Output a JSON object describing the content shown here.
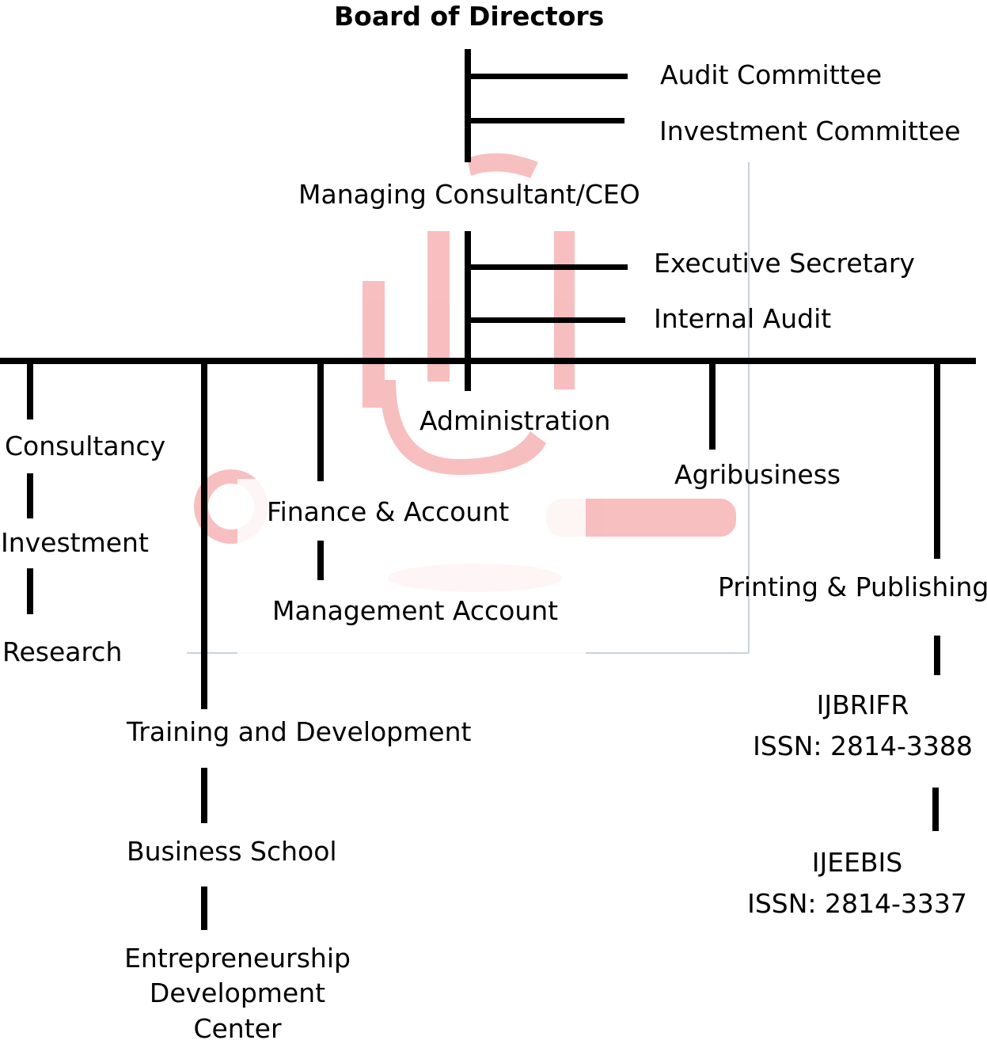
{
  "colors": {
    "line": "#000000",
    "text": "#000000",
    "watermark": "#f4a9a9",
    "faint_border": "#c9d3de"
  },
  "watermark": {
    "name": "institution-logo-watermark"
  },
  "chart": {
    "board": "Board of Directors",
    "audit_committee": "Audit Committee",
    "investment_committee": "Investment Committee",
    "ceo": "Managing Consultant/CEO",
    "executive_secretary": "Executive Secretary",
    "internal_audit": "Internal Audit",
    "consultancy": "Consultancy",
    "investment": "Investment",
    "research": "Research",
    "training": "Training and Development",
    "business_school": "Business School",
    "edc": [
      "Entrepreneurship",
      "Development",
      "Center"
    ],
    "finance": "Finance & Account",
    "management_account": "Management Account",
    "administration": "Administration",
    "agribusiness": "Agribusiness",
    "printing": "Printing & Publishing",
    "journal1": {
      "name": "IJBRIFR",
      "issn": "ISSN: 2814-3388"
    },
    "journal2": {
      "name": "IJEEBIS",
      "issn": "ISSN: 2814-3337"
    }
  }
}
